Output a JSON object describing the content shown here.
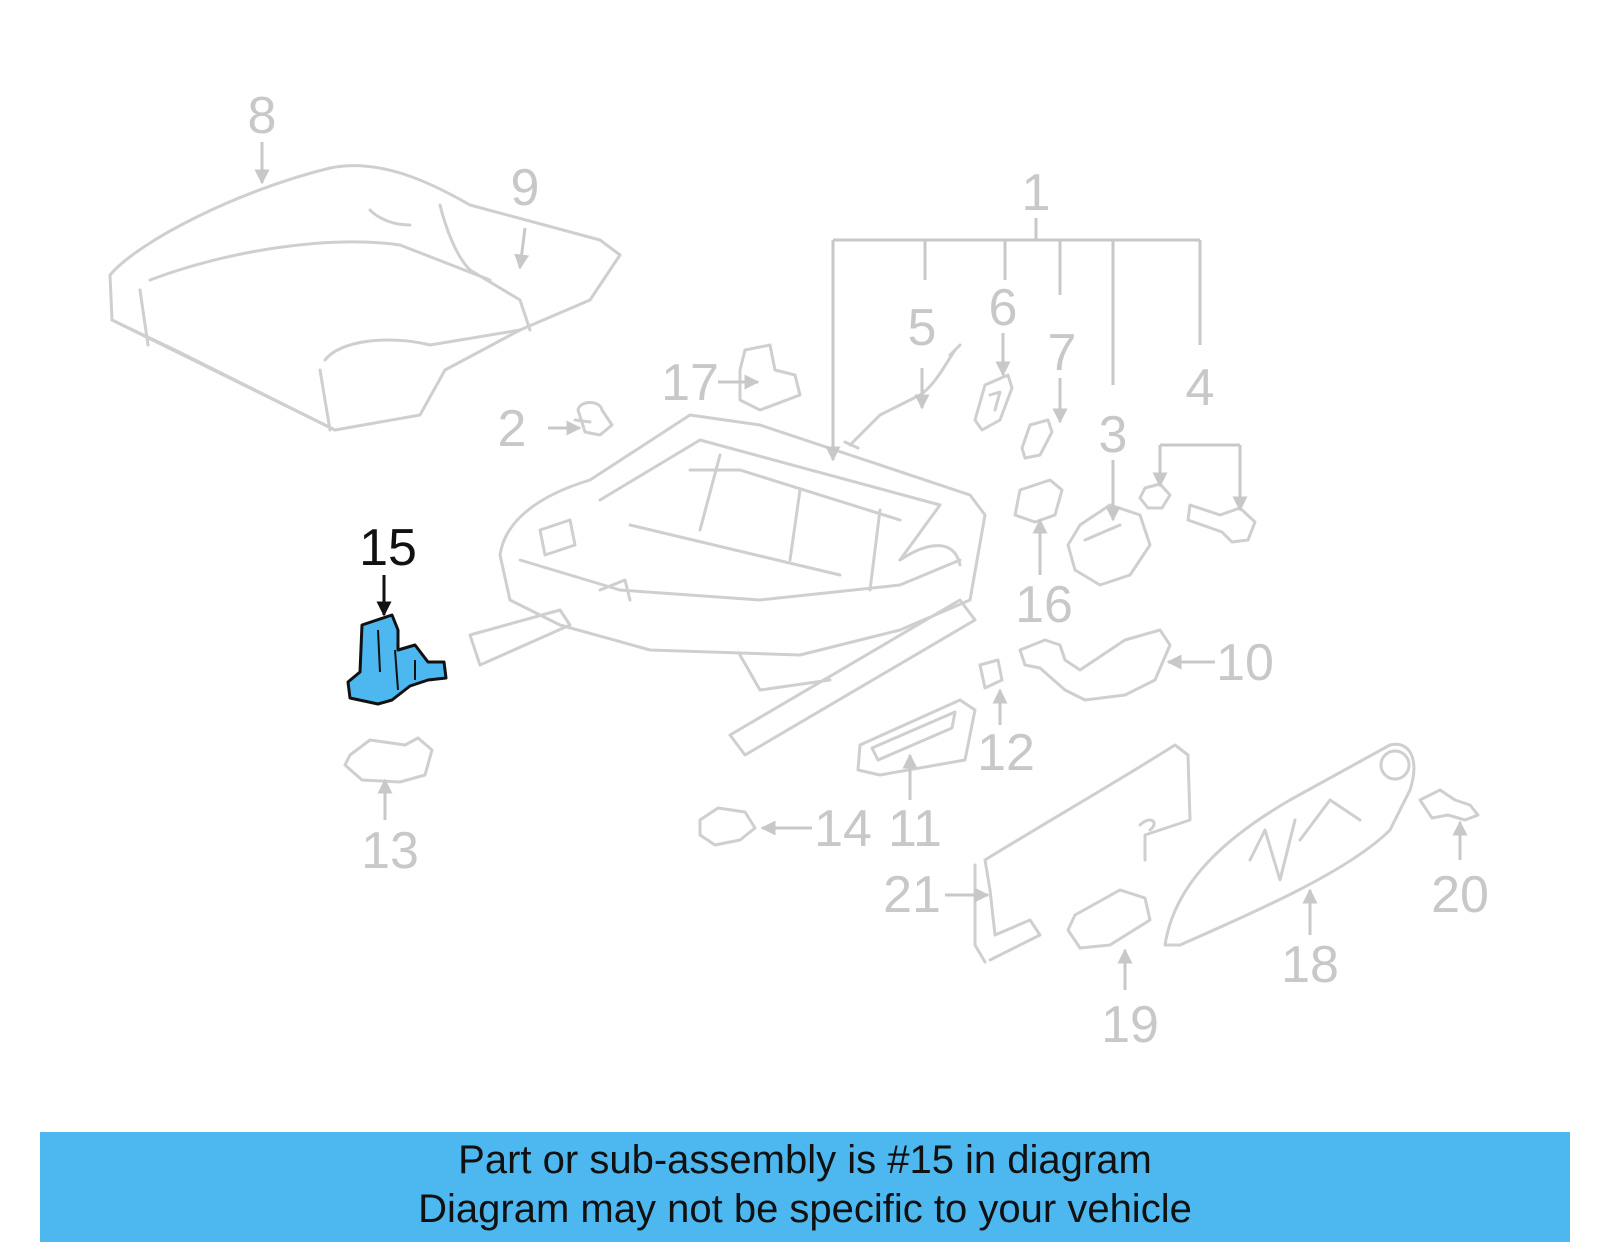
{
  "diagram": {
    "highlight_color": "#4db8f0",
    "highlighted_part": "15",
    "callouts": [
      "1",
      "2",
      "3",
      "4",
      "5",
      "6",
      "7",
      "8",
      "9",
      "10",
      "11",
      "12",
      "13",
      "14",
      "15",
      "16",
      "17",
      "18",
      "19",
      "20",
      "21"
    ]
  },
  "banner": {
    "line1": "Part or sub-assembly is #15 in diagram",
    "line2": "Diagram may not be specific to your vehicle",
    "background": "#4db8f0"
  }
}
